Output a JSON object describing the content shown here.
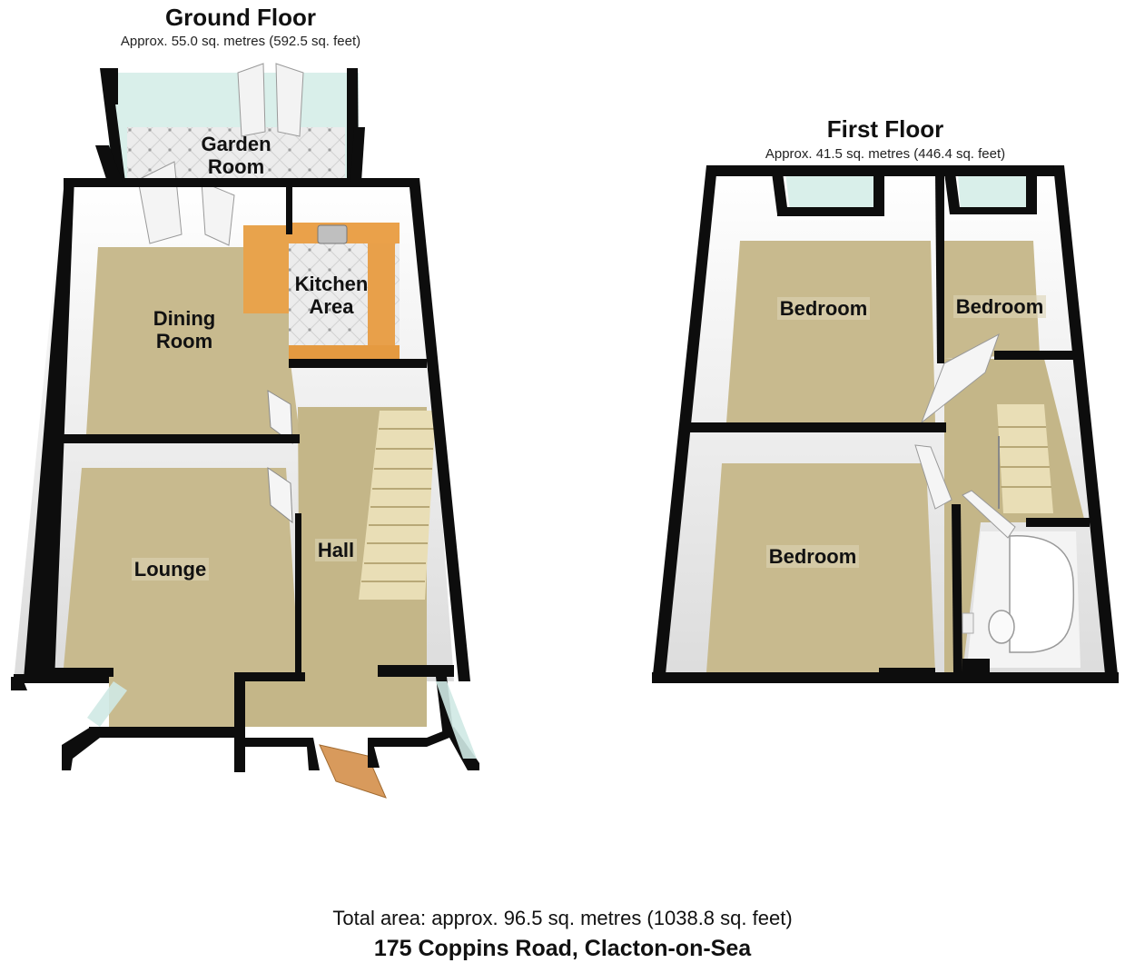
{
  "ground_floor": {
    "title": "Ground Floor",
    "area": "Approx. 55.0 sq. metres (592.5 sq. feet)",
    "rooms": {
      "garden_room": "Garden Room",
      "dining_room": "Dining Room",
      "kitchen_area": "Kitchen Area",
      "hall": "Hall",
      "lounge": "Lounge"
    }
  },
  "first_floor": {
    "title": "First Floor",
    "area": "Approx. 41.5 sq. metres (446.4 sq. feet)",
    "rooms": {
      "bedroom_1": "Bedroom",
      "bedroom_2": "Bedroom",
      "bedroom_3": "Bedroom"
    }
  },
  "footer": {
    "total_area": "Total area: approx. 96.5 sq. metres (1038.8 sq. feet)",
    "address": "175 Coppins Road, Clacton-on-Sea"
  },
  "colors": {
    "carpet": "#c7b98c",
    "wall_top": "#0d0d0d",
    "wall_face": "#f2f2f2",
    "window_glass": "#cfe9e4",
    "worktop": "#e9a04a",
    "tile": "#e6e6e6"
  }
}
